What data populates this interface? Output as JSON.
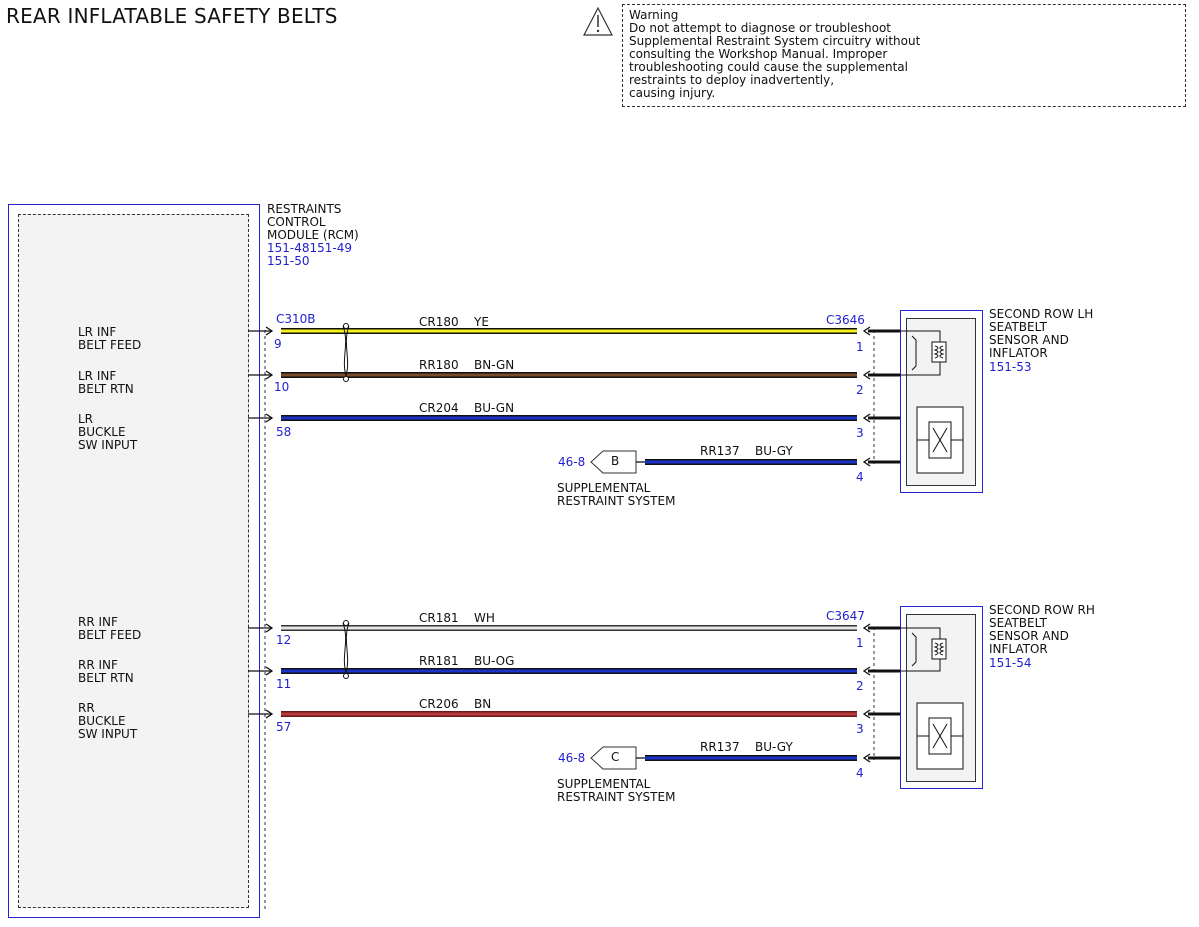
{
  "title": "REAR INFLATABLE SAFETY BELTS",
  "warning": {
    "icon": "warning-triangle-icon",
    "text": "Warning\nDo not attempt to diagnose or troubleshoot\nSupplemental Restraint System circuitry without\nconsulting the Workshop Manual. Improper\ntroubleshooting could cause the supplemental\nrestraints to deploy inadvertently,\ncausing injury."
  },
  "module": {
    "name": "RESTRAINTS\nCONTROL\nMODULE (RCM)",
    "ref1": "151-48151-49",
    "ref2": "151-50",
    "connector_lh": "C310B",
    "pins": [
      "9",
      "10",
      "58",
      "12",
      "11",
      "57"
    ],
    "signals": [
      "LR INF\nBELT FEED",
      "LR INF\nBELT RTN",
      "LR\nBUCKLE\nSW INPUT",
      "RR INF\nBELT FEED",
      "RR INF\nBELT RTN",
      "RR\nBUCKLE\nSW INPUT"
    ]
  },
  "wires": [
    {
      "circuit": "CR180",
      "color": "YE",
      "hex": "#f2f21a"
    },
    {
      "circuit": "RR180",
      "color": "BN-GN",
      "hex": "#7a4a2a"
    },
    {
      "circuit": "CR204",
      "color": "BU-GN",
      "hex": "#1a32c8"
    },
    {
      "circuit": "RR137",
      "color": "BU-GY",
      "hex": "#1a32c8"
    },
    {
      "circuit": "CR181",
      "color": "WH",
      "hex": "#d8d8d8"
    },
    {
      "circuit": "RR181",
      "color": "BU-OG",
      "hex": "#1a32c8"
    },
    {
      "circuit": "CR206",
      "color": "BN",
      "hex": "#b83a3a"
    },
    {
      "circuit": "RR137",
      "color": "BU-GY",
      "hex": "#1a32c8"
    }
  ],
  "components": [
    {
      "name": "SECOND ROW LH\nSEATBELT\nSENSOR AND\nINFLATOR",
      "ref": "151-53",
      "connector": "C3646",
      "pins": [
        "1",
        "2",
        "3",
        "4"
      ]
    },
    {
      "name": "SECOND ROW RH\nSEATBELT\nSENSOR AND\nINFLATOR",
      "ref": "151-54",
      "connector": "C3647",
      "pins": [
        "1",
        "2",
        "3",
        "4"
      ]
    }
  ],
  "offpage": [
    {
      "ref": "46-8",
      "letter": "B",
      "system": "SUPPLEMENTAL\nRESTRAINT SYSTEM"
    },
    {
      "ref": "46-8",
      "letter": "C",
      "system": "SUPPLEMENTAL\nRESTRAINT SYSTEM"
    }
  ]
}
